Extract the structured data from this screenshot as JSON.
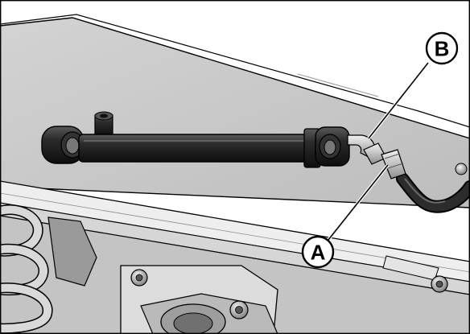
{
  "figure": {
    "callouts": [
      {
        "id": "A",
        "label": "A"
      },
      {
        "id": "B",
        "label": "B"
      }
    ],
    "colors": {
      "background": "#ffffff",
      "frame_panel": "#c8c8c8",
      "frame_dark": "#a9a9a9",
      "rail": "#e9e9e9",
      "cylinder": "#1f1f1f",
      "hose": "#2a2a2a",
      "fitting": "#bdbdbd",
      "outline": "#000000"
    },
    "icons": [
      "hydraulic-cylinder-icon",
      "hydraulic-hose-icon",
      "coil-spring-icon",
      "bolt-icon"
    ]
  }
}
